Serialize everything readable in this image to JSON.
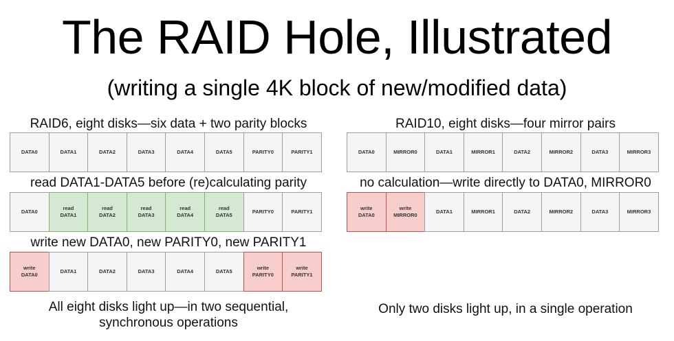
{
  "title": "The RAID Hole, Illustrated",
  "subtitle": "(writing a single 4K block of new/modified data)",
  "colors": {
    "idle_fill": "#f5f5f5",
    "idle_border": "#9e9e9e",
    "read_fill": "#d5e8d4",
    "read_border": "#82b366",
    "write_fill": "#f8cecc",
    "write_border": "#b85450"
  },
  "raid6": {
    "layout_caption": "RAID6, eight disks—six data + two parity blocks",
    "layout_cells": [
      "DATA0",
      "DATA1",
      "DATA2",
      "DATA3",
      "DATA4",
      "DATA5",
      "PARITY0",
      "PARITY1"
    ],
    "step1_caption": "read DATA1-DATA5 before (re)calculating parity",
    "step1_cells": [
      {
        "label": "DATA0",
        "state": "idle"
      },
      {
        "label": "read\nDATA1",
        "state": "read"
      },
      {
        "label": "read\nDATA2",
        "state": "read"
      },
      {
        "label": "read\nDATA3",
        "state": "read"
      },
      {
        "label": "read\nDATA4",
        "state": "read"
      },
      {
        "label": "read\nDATA5",
        "state": "read"
      },
      {
        "label": "PARITY0",
        "state": "idle"
      },
      {
        "label": "PARITY1",
        "state": "idle"
      }
    ],
    "step2_caption": "write new DATA0, new PARITY0, new PARITY1",
    "step2_cells": [
      {
        "label": "write\nDATA0",
        "state": "write"
      },
      {
        "label": "DATA1",
        "state": "idle"
      },
      {
        "label": "DATA2",
        "state": "idle"
      },
      {
        "label": "DATA3",
        "state": "idle"
      },
      {
        "label": "DATA4",
        "state": "idle"
      },
      {
        "label": "DATA5",
        "state": "idle"
      },
      {
        "label": "write\nPARITY0",
        "state": "write"
      },
      {
        "label": "write\nPARITY1",
        "state": "write"
      }
    ],
    "summary_line1": "All eight disks light up—in two sequential,",
    "summary_line2": "synchronous operations"
  },
  "raid10": {
    "layout_caption": "RAID10, eight disks—four mirror pairs",
    "layout_cells": [
      "DATA0",
      "MIRROR0",
      "DATA1",
      "MIRROR1",
      "DATA2",
      "MIRROR2",
      "DATA3",
      "MIRROR3"
    ],
    "step1_caption": "no calculation—write directly to DATA0, MIRROR0",
    "step1_cells": [
      {
        "label": "write\nDATA0",
        "state": "write"
      },
      {
        "label": "write\nMIRROR0",
        "state": "write"
      },
      {
        "label": "DATA1",
        "state": "idle"
      },
      {
        "label": "MIRROR1",
        "state": "idle"
      },
      {
        "label": "DATA2",
        "state": "idle"
      },
      {
        "label": "MIRROR2",
        "state": "idle"
      },
      {
        "label": "DATA3",
        "state": "idle"
      },
      {
        "label": "MIRROR3",
        "state": "idle"
      }
    ],
    "summary": "Only two disks light up, in a single operation"
  }
}
